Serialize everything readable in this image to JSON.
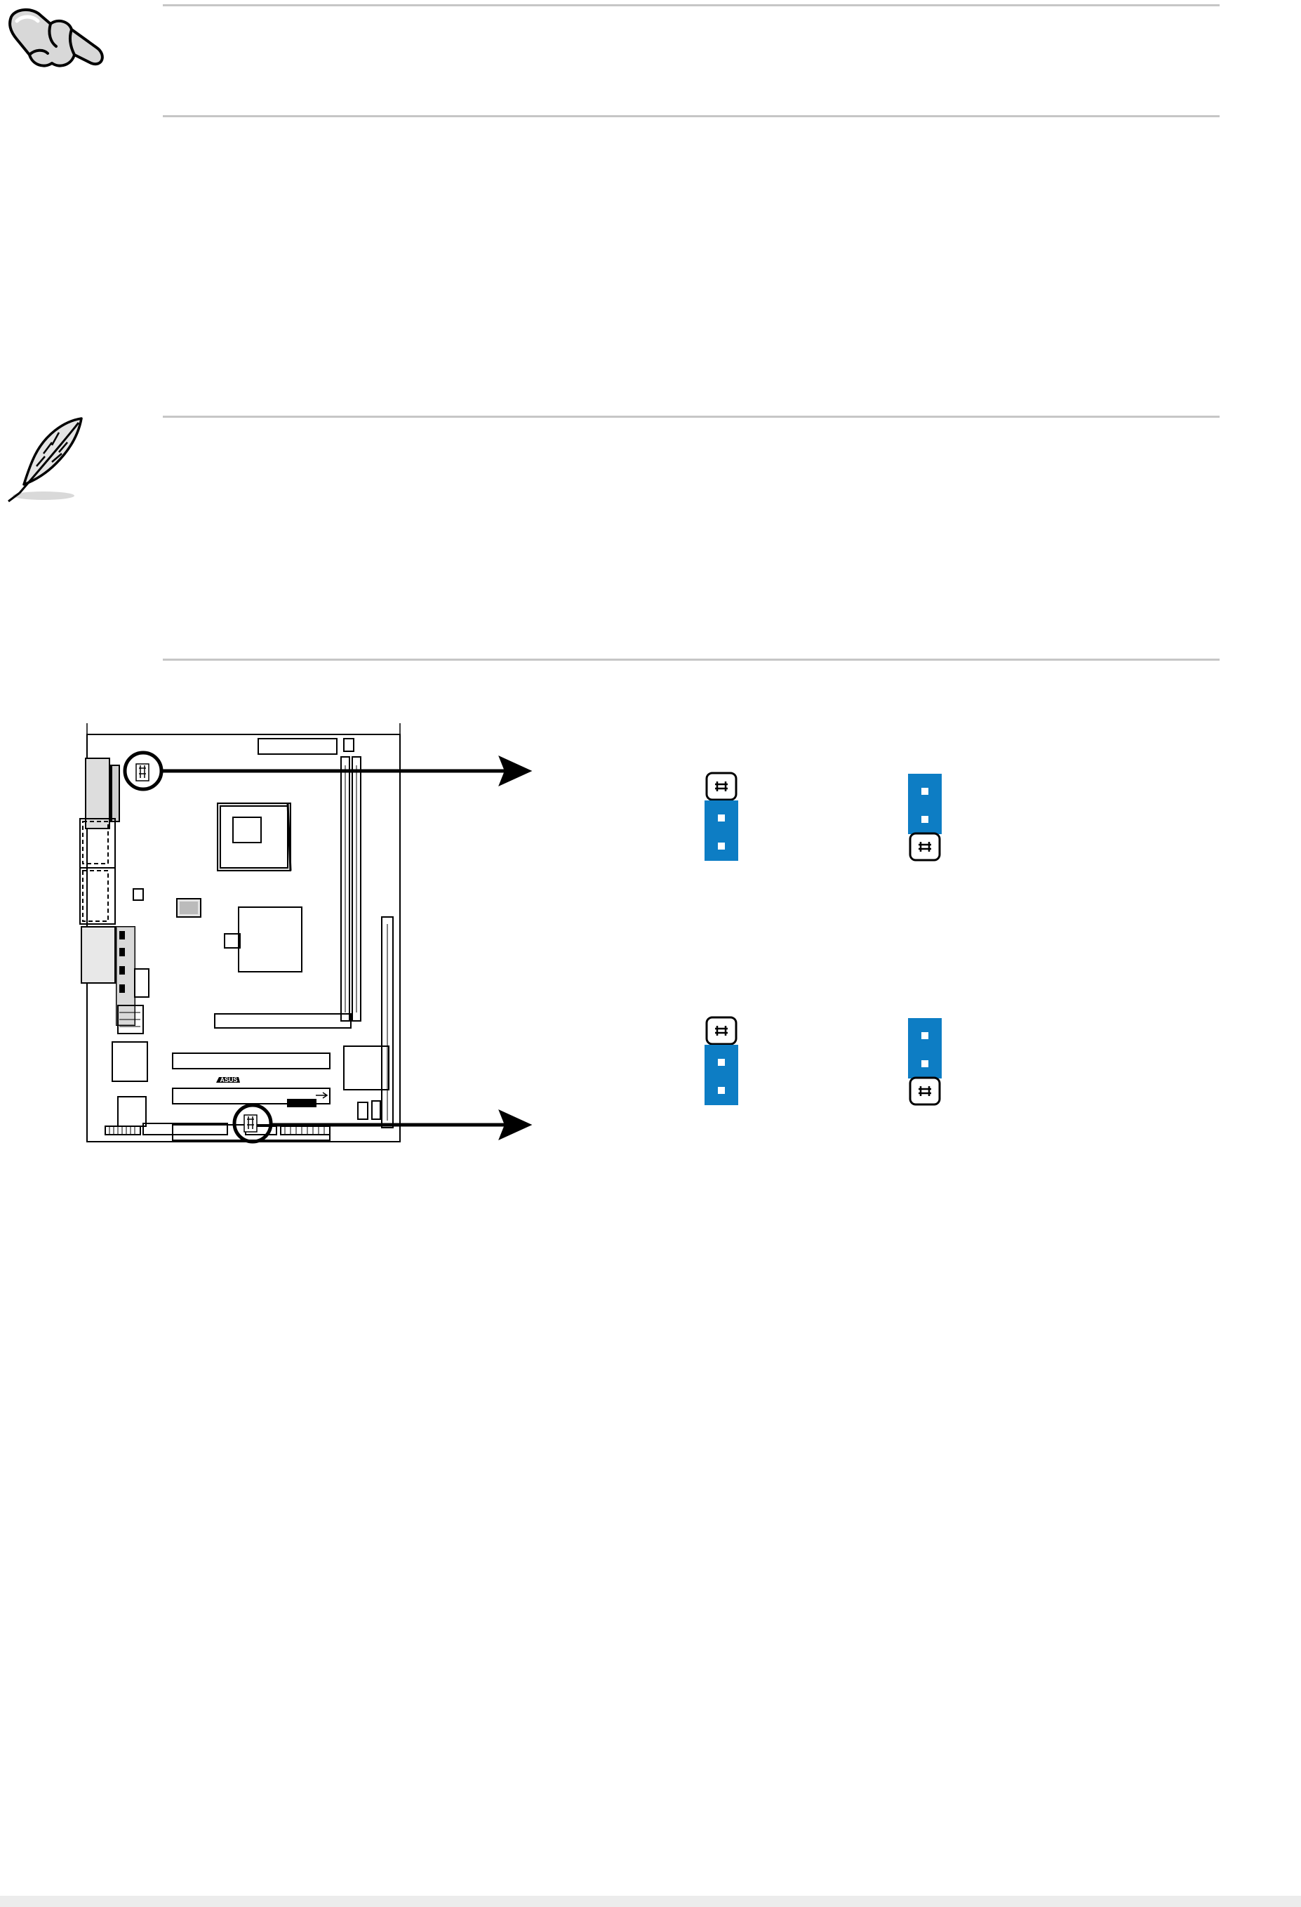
{
  "page": {
    "notices": [
      {
        "kind": "caution",
        "icon": "pointing-hand-icon"
      },
      {
        "kind": "note",
        "icon": "quill-pen-icon"
      }
    ],
    "figure": {
      "board_logo": "ASUS",
      "jumper_groups": [
        {
          "name": "upper",
          "settings": [
            "setting-a",
            "setting-b"
          ]
        },
        {
          "name": "lower",
          "settings": [
            "setting-a",
            "setting-b"
          ]
        }
      ],
      "colors": {
        "jumper_cap": "#0d7dc4",
        "outline": "#000000",
        "rule": "#c6c6c6",
        "footer": "#ececec"
      }
    }
  }
}
